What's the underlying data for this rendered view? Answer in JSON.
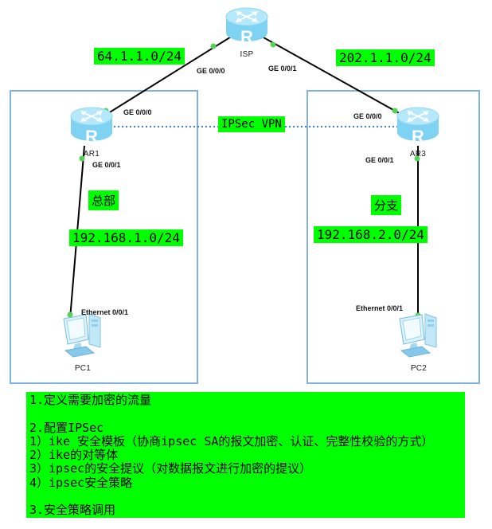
{
  "colors": {
    "highlight": "#00ff00",
    "region_border": "#7fb3e6",
    "link": "#000000",
    "vpn_line": "#3e7fd8",
    "port_up_dot": "#54d354"
  },
  "icons": {
    "router_glyph": "R"
  },
  "devices": {
    "isp": {
      "label": "ISP"
    },
    "ar1": {
      "label": "AR1"
    },
    "ar3": {
      "label": "AR3"
    },
    "pc1": {
      "label": "PC1"
    },
    "pc2": {
      "label": "PC2"
    }
  },
  "ports": {
    "isp_ge000": "GE 0/0/0",
    "isp_ge001": "GE 0/0/1",
    "ar1_ge000": "GE 0/0/0",
    "ar1_ge001": "GE 0/0/1",
    "ar3_ge000": "GE 0/0/0",
    "ar3_ge001": "GE 0/0/1",
    "pc1_eth": "Ethernet 0/0/1",
    "pc2_eth": "Ethernet 0/0/1"
  },
  "labels": {
    "net_isp_left": "64.1.1.0/24",
    "net_isp_right": "202.1.1.0/24",
    "vpn": "IPSec VPN",
    "site_left": "总部",
    "site_right": "分支",
    "net_lan_left": "192.168.1.0/24",
    "net_lan_right": "192.168.2.0/24"
  },
  "notes": {
    "lines": [
      "1.定义需要加密的流量",
      "",
      "2.配置IPSec",
      "1）ike 安全模板（协商ipsec SA的报文加密、认证、完整性校验的方式）",
      "2）ike的对等体",
      "3）ipsec的安全提议（对数据报文进行加密的提议）",
      "4）ipsec安全策略",
      "",
      "3.安全策略调用"
    ]
  }
}
